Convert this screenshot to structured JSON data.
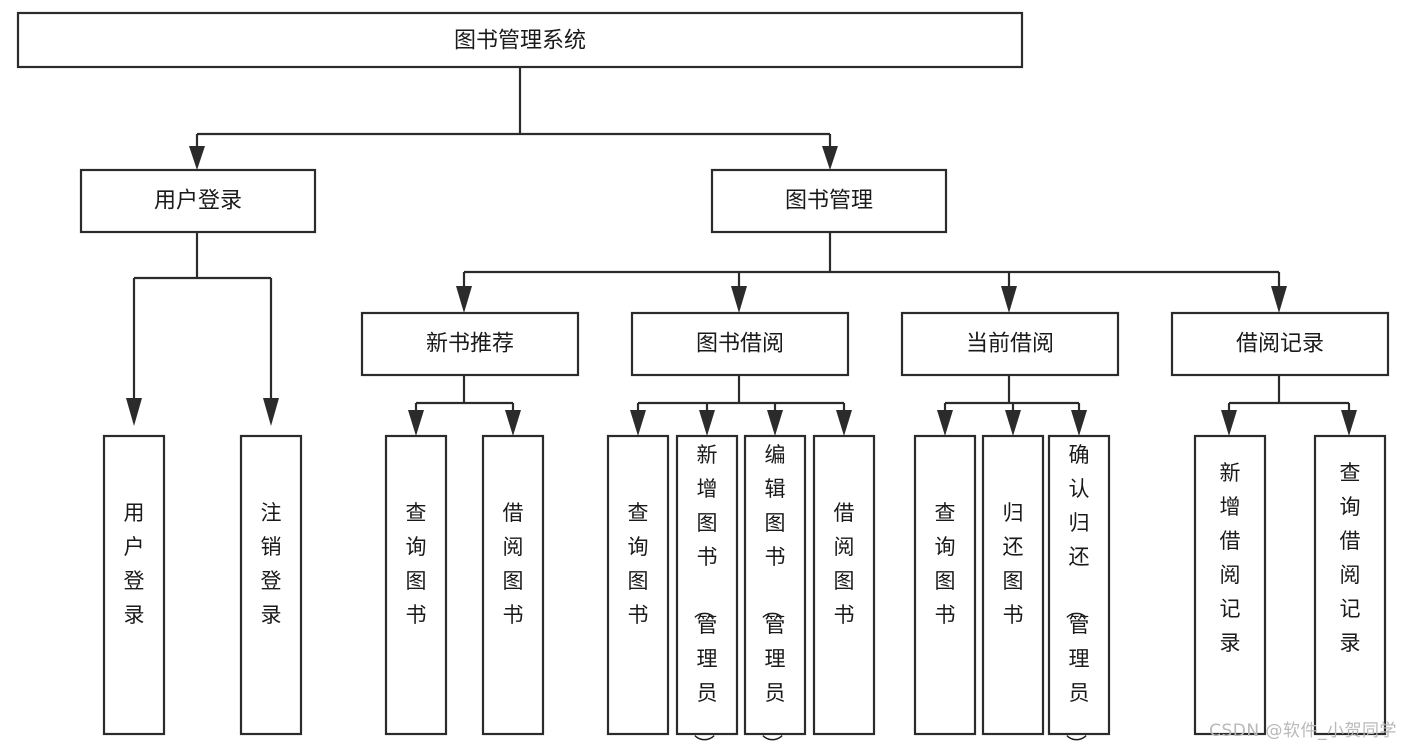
{
  "diagram": {
    "type": "tree",
    "title": "图书管理系统",
    "watermark": "CSDN @软件_小贺同学",
    "colors": {
      "background": "#ffffff",
      "stroke": "#2b2b2b",
      "fill": "#ffffff",
      "text": "#1a1a1a",
      "watermark": "#b9b9b9"
    },
    "nodes": {
      "root": {
        "label": "图书管理系统",
        "orientation": "horizontal"
      },
      "level2": [
        {
          "id": "user-login",
          "label": "用户登录",
          "orientation": "horizontal"
        },
        {
          "id": "book-management",
          "label": "图书管理",
          "orientation": "horizontal"
        }
      ],
      "level3": [
        {
          "id": "new-book-recommend",
          "label": "新书推荐",
          "orientation": "horizontal"
        },
        {
          "id": "book-borrow",
          "label": "图书借阅",
          "orientation": "horizontal"
        },
        {
          "id": "current-borrow",
          "label": "当前借阅",
          "orientation": "horizontal"
        },
        {
          "id": "borrow-record",
          "label": "借阅记录",
          "orientation": "horizontal"
        }
      ],
      "leaves": [
        {
          "id": "leaf-user-login",
          "parent": "user-login",
          "label": "用户登录",
          "orientation": "vertical"
        },
        {
          "id": "leaf-user-logout",
          "parent": "user-login",
          "label": "注销登录",
          "orientation": "vertical"
        },
        {
          "id": "leaf-query-book-1",
          "parent": "new-book-recommend",
          "label": "查询图书",
          "orientation": "vertical"
        },
        {
          "id": "leaf-borrow-book-1",
          "parent": "new-book-recommend",
          "label": "借阅图书",
          "orientation": "vertical"
        },
        {
          "id": "leaf-query-book-2",
          "parent": "book-borrow",
          "label": "查询图书",
          "orientation": "vertical"
        },
        {
          "id": "leaf-add-book",
          "parent": "book-borrow",
          "label": "新增图书（管理员）",
          "orientation": "vertical"
        },
        {
          "id": "leaf-edit-book",
          "parent": "book-borrow",
          "label": "编辑图书（管理员）",
          "orientation": "vertical"
        },
        {
          "id": "leaf-borrow-book-2",
          "parent": "book-borrow",
          "label": "借阅图书",
          "orientation": "vertical"
        },
        {
          "id": "leaf-query-book-3",
          "parent": "current-borrow",
          "label": "查询图书",
          "orientation": "vertical"
        },
        {
          "id": "leaf-return-book",
          "parent": "current-borrow",
          "label": "归还图书",
          "orientation": "vertical"
        },
        {
          "id": "leaf-confirm-return",
          "parent": "current-borrow",
          "label": "确认归还（管理员）",
          "orientation": "vertical"
        },
        {
          "id": "leaf-add-record",
          "parent": "borrow-record",
          "label": "新增借阅记录",
          "orientation": "vertical"
        },
        {
          "id": "leaf-query-record",
          "parent": "borrow-record",
          "label": "查询借阅记录",
          "orientation": "vertical"
        }
      ]
    }
  }
}
